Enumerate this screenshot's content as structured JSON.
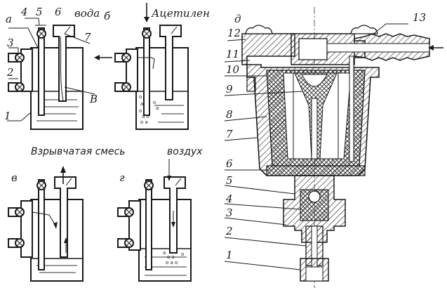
{
  "figure": {
    "panels": [
      {
        "id": "a",
        "letter": "а",
        "caption": "вода",
        "state": "normal operation"
      },
      {
        "id": "b",
        "letter": "б",
        "caption": "Ацетилен",
        "state": "acetylene bubbling"
      },
      {
        "id": "v",
        "letter": "в",
        "caption": "Взрывчатая смесь",
        "state": "backfire / explosive mixture vented"
      },
      {
        "id": "g",
        "letter": "г",
        "caption": "воздух",
        "state": "air intake"
      },
      {
        "id": "d",
        "letter": "д",
        "caption": "",
        "state": "sectional view"
      }
    ],
    "panel_a_labels": [
      "1",
      "2",
      "3",
      "4",
      "5",
      "6",
      "7",
      "В"
    ],
    "panel_d_labels": [
      "1",
      "2",
      "3",
      "4",
      "5",
      "6",
      "7",
      "8",
      "9",
      "10",
      "11",
      "12",
      "13"
    ]
  }
}
